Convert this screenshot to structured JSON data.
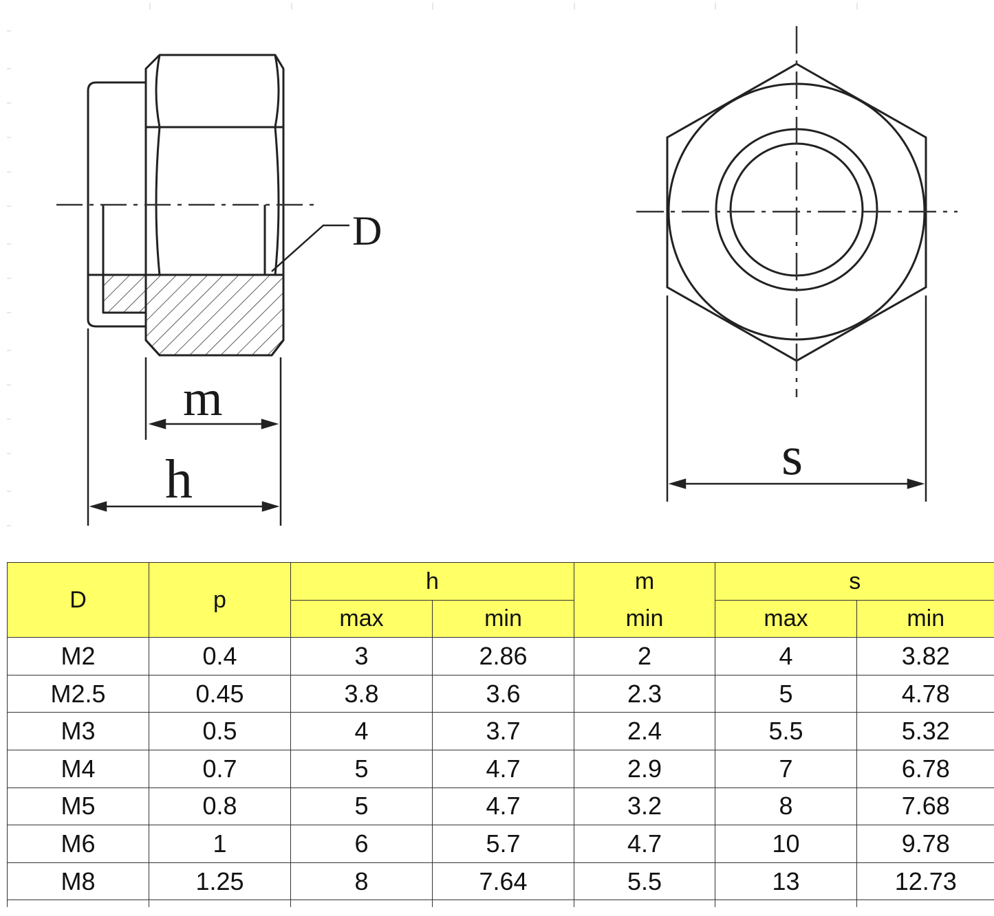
{
  "drawing": {
    "labels": {
      "D": "D",
      "m": "m",
      "h": "h",
      "s": "s"
    }
  },
  "table": {
    "header": {
      "D": "D",
      "p": "p",
      "h": "h",
      "m": "m",
      "s": "s",
      "h_max": "max",
      "h_min": "min",
      "m_min": "min",
      "s_max": "max",
      "s_min": "min"
    },
    "rows": [
      [
        "M2",
        "0.4",
        "3",
        "2.86",
        "2",
        "4",
        "3.82"
      ],
      [
        "M2.5",
        "0.45",
        "3.8",
        "3.6",
        "2.3",
        "5",
        "4.78"
      ],
      [
        "M3",
        "0.5",
        "4",
        "3.7",
        "2.4",
        "5.5",
        "5.32"
      ],
      [
        "M4",
        "0.7",
        "5",
        "4.7",
        "2.9",
        "7",
        "6.78"
      ],
      [
        "M5",
        "0.8",
        "5",
        "4.7",
        "3.2",
        "8",
        "7.68"
      ],
      [
        "M6",
        "1",
        "6",
        "5.7",
        "4.7",
        "10",
        "9.78"
      ],
      [
        "M8",
        "1.25",
        "8",
        "7.64",
        "5.5",
        "13",
        "12.73"
      ]
    ]
  },
  "colors": {
    "header_background": "#ffff66",
    "line": "#333333"
  }
}
